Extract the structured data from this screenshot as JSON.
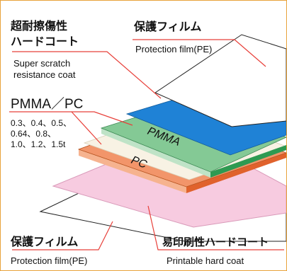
{
  "colors": {
    "frame_border": "#e8a23a",
    "leader_line": "#e8403a",
    "top_film": "#ffffff",
    "scratch_coat": "#1f82d6",
    "pmma": "#84c995",
    "pmma_edge": "#2e9a52",
    "pc": "#f2956a",
    "pc_edge": "#e0622c",
    "printable_coat": "#f7cbe0",
    "bottom_film": "#ffffff"
  },
  "labels": {
    "scratch_jp_line1": "超耐擦傷性",
    "scratch_jp_line2": "ハードコート",
    "scratch_en_line1": "Super scratch",
    "scratch_en_line2": "resistance coat",
    "pmma_pc_title": "PMMA／PC",
    "thickness_line1": "0.3、0.4、0.5、",
    "thickness_line2": "0.64、0.8、",
    "thickness_line3": "1.0、1.2、1.5t",
    "top_film_jp": "保護フィルム",
    "top_film_en": "Protection film(PE)",
    "bottom_film_jp": "保護フィルム",
    "bottom_film_en": "Protection film(PE)",
    "printable_jp": "易印刷性ハードコート",
    "printable_en": "Printable hard coat",
    "layer_pmma": "PMMA",
    "layer_pc": "PC"
  }
}
